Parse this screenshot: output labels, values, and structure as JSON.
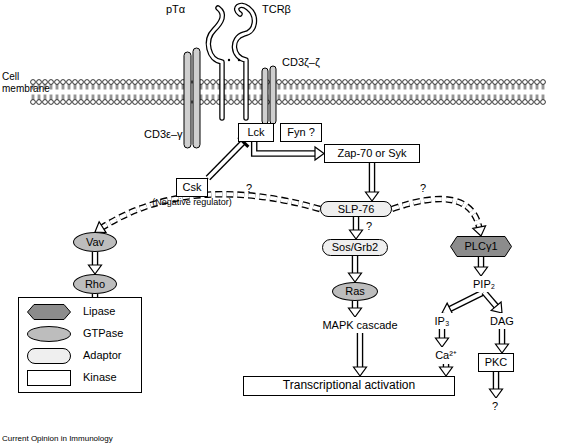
{
  "diagram": {
    "caption": "Current Opinion in Immunology",
    "nodes": [
      {
        "text": [
          "Lck"
        ]
      },
      {
        "text": [
          "Fyn ?"
        ]
      },
      {
        "text": [
          "Zap-70 or Syk"
        ]
      },
      {
        "text": [
          "Csk",
          "(Negative regulator)"
        ]
      },
      {
        "text": [
          "SLP-76"
        ]
      },
      {
        "text": [
          "Vav"
        ]
      },
      {
        "text": [
          "Sos/Grb2"
        ]
      },
      {
        "text": [
          "PLCγ1"
        ]
      },
      {
        "text": [
          "Rho"
        ]
      },
      {
        "text": [
          "Ras"
        ]
      },
      {
        "text": [
          "PIP₂"
        ]
      },
      {
        "text": [
          "?"
        ]
      },
      {
        "text": [
          "MAPK cascade"
        ]
      },
      {
        "text": [
          "IP₃"
        ]
      },
      {
        "text": [
          "DAG"
        ]
      },
      {
        "text": [
          "Ca²⁺"
        ]
      },
      {
        "text": [
          "PKC"
        ]
      },
      {
        "text": [
          "Transcriptional activation"
        ]
      },
      {
        "text": [
          "?"
        ]
      }
    ],
    "edges": [
      {
        "from": 0,
        "to": 2,
        "arrow": "to"
      },
      {
        "from": 3,
        "to": 0,
        "arrow": "to"
      },
      {
        "from": 2,
        "to": 4,
        "arrow": "to"
      },
      {
        "from": 4,
        "to": 5,
        "arrow": "to",
        "label": "?"
      },
      {
        "from": 4,
        "to": 6,
        "arrow": "to",
        "label": "?"
      },
      {
        "from": 4,
        "to": 7,
        "arrow": "to",
        "label": "?"
      },
      {
        "from": 5,
        "to": 8,
        "arrow": "to"
      },
      {
        "from": 8,
        "to": 11,
        "arrow": "to"
      },
      {
        "from": 6,
        "to": 9,
        "arrow": "to"
      },
      {
        "from": 9,
        "to": 12,
        "arrow": "to"
      },
      {
        "from": 12,
        "to": 17,
        "arrow": "to"
      },
      {
        "from": 7,
        "to": 10,
        "arrow": "to"
      },
      {
        "from": 10,
        "to": 13,
        "arrow": "to"
      },
      {
        "from": 10,
        "to": 14,
        "arrow": "to"
      },
      {
        "from": 13,
        "to": 15,
        "arrow": "to"
      },
      {
        "from": 15,
        "to": 17,
        "arrow": "to"
      },
      {
        "from": 14,
        "to": 16,
        "arrow": "to"
      },
      {
        "from": 16,
        "to": 18,
        "arrow": "to"
      }
    ],
    "labels": [
      "pTα",
      "TCRβ",
      "Cell membrane",
      "CD3ε–γ",
      "CD3ζ–ζ"
    ],
    "legend": [
      {
        "text": "Lipase"
      },
      {
        "text": "GTPase"
      },
      {
        "text": "Adaptor"
      },
      {
        "text": "Kinase"
      }
    ]
  }
}
